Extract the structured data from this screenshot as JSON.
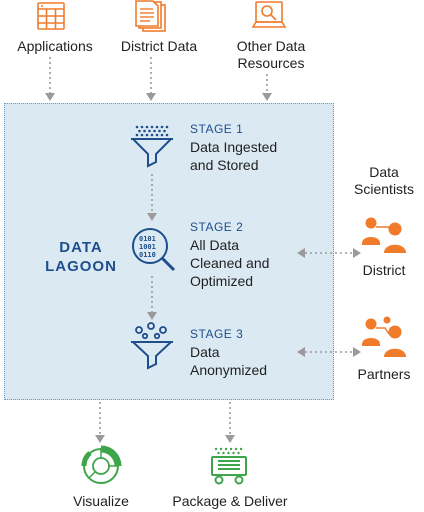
{
  "sources": [
    {
      "label": "Applications",
      "icon": "applications-grid-icon"
    },
    {
      "label": "District Data",
      "icon": "documents-icon"
    },
    {
      "label": "Other Data\nResources",
      "icon": "laptop-search-icon"
    }
  ],
  "lagoon": {
    "title_line1": "DATA",
    "title_line2": "LAGOON",
    "stages": [
      {
        "number": "STAGE 1",
        "line1": "Data Ingested",
        "line2": "and Stored",
        "line3": "",
        "icon": "funnel-icon"
      },
      {
        "number": "STAGE 2",
        "line1": "All Data",
        "line2": "Cleaned and",
        "line3": "Optimized",
        "icon": "binary-magnifier-icon"
      },
      {
        "number": "STAGE 3",
        "line1": "Data",
        "line2": "Anonymized",
        "line3": "",
        "icon": "funnel-anonymize-icon"
      }
    ]
  },
  "side": {
    "data_scientists_line1": "Data",
    "data_scientists_line2": "Scientists",
    "district": "District",
    "partners": "Partners"
  },
  "outputs": [
    {
      "label": "Visualize",
      "icon": "donut-chart-icon"
    },
    {
      "label": "Package & Deliver",
      "icon": "cart-icon"
    }
  ],
  "colors": {
    "orange": "#f07b2b",
    "blue": "#1f4e8c",
    "green": "#3fa54a",
    "box_fill": "#dbe9f3",
    "arrow_gray": "#9a9a9a"
  }
}
